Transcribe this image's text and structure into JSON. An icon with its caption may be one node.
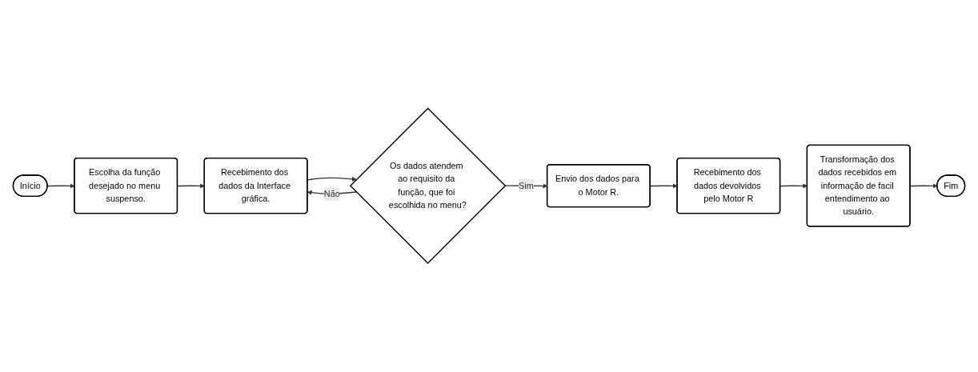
{
  "diagram": {
    "nodes": [
      {
        "text": [
          "Início"
        ]
      },
      {
        "text": [
          "Escolha da função desejado no menu suspenso."
        ]
      },
      {
        "text": [
          "Recebimento dos dados da Interface gráfica."
        ]
      },
      {
        "text": [
          "Os dados atendem ao requisito da função, que foi escolhida no menu?"
        ]
      },
      {
        "text": [
          "Envio dos dados para o Motor R."
        ]
      },
      {
        "text": [
          "Recebimento dos dados devolvidos pelo Motor R"
        ]
      },
      {
        "text": [
          "Transformação dos dados recebidos em informação de facil entendimento ao usuário."
        ]
      },
      {
        "text": [
          "Fim"
        ]
      }
    ],
    "edges": [
      {
        "from": 0,
        "to": 1,
        "arrow": "to"
      },
      {
        "from": 1,
        "to": 2,
        "arrow": "to"
      },
      {
        "from": 2,
        "to": 3,
        "arrow": "to"
      },
      {
        "from": 3,
        "to": 2,
        "label": "Não",
        "arrow": "to"
      },
      {
        "from": 3,
        "to": 4,
        "label": "Sim",
        "arrow": "to"
      },
      {
        "from": 4,
        "to": 5,
        "arrow": "to"
      },
      {
        "from": 5,
        "to": 6,
        "arrow": "to"
      },
      {
        "from": 6,
        "to": 7,
        "arrow": "to"
      }
    ]
  }
}
